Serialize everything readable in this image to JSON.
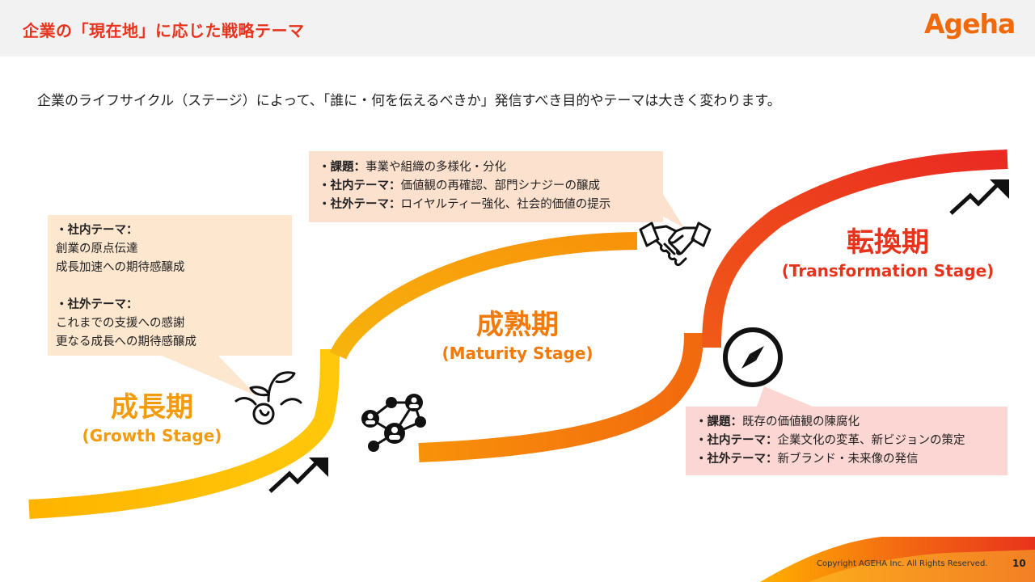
{
  "header": {
    "title": "企業の「現在地」に応じた戦略テーマ",
    "logo": "Ageha"
  },
  "subtitle": "企業のライフサイクル（ステージ）によって、「誰に・何を伝えるべきか」発信すべき目的やテーマは大きく変わります。",
  "stages": {
    "growth": {
      "jp": "成長期",
      "en": "(Growth Stage)",
      "color": "#f29b0c"
    },
    "maturity": {
      "jp": "成熟期",
      "en": "(Maturity Stage)",
      "color": "#f07a0a"
    },
    "transformation": {
      "jp": "転換期",
      "en": "(Transformation Stage)",
      "color": "#e8331c"
    }
  },
  "growth_box": {
    "internal_label": "・社内テーマ：",
    "internal_1": "創業の原点伝達",
    "internal_2": "成長加速への期待感醸成",
    "external_label": "・社外テーマ：",
    "external_1": "これまでの支援への感謝",
    "external_2": "更なる成長への期待感醸成",
    "bg": "#fde7cf"
  },
  "maturity_box": {
    "issue_label": "・課題：",
    "issue": "事業や組織の多様化・分化",
    "internal_label": "・社内テーマ：",
    "internal": "価値観の再確認、部門シナジーの醸成",
    "external_label": "・社外テーマ：",
    "external": "ロイヤルティー強化、社会的価値の提示",
    "bg": "#fde1cf"
  },
  "transformation_box": {
    "issue_label": "・課題：",
    "issue": "既存の価値観の陳腐化",
    "internal_label": "・社内テーマ：",
    "internal": "企業文化の変革、新ビジョンの策定",
    "external_label": "・社外テーマ：",
    "external": "新ブランド・未来像の発信",
    "bg": "#fcd6d2"
  },
  "icons": [
    "sprout-icon",
    "trend-up-icon",
    "network-icon",
    "handshake-icon",
    "trend-up-icon",
    "compass-icon"
  ],
  "footer": {
    "copyright": "Copyright AGEHA Inc. All Rights Reserved.",
    "page": "10"
  }
}
